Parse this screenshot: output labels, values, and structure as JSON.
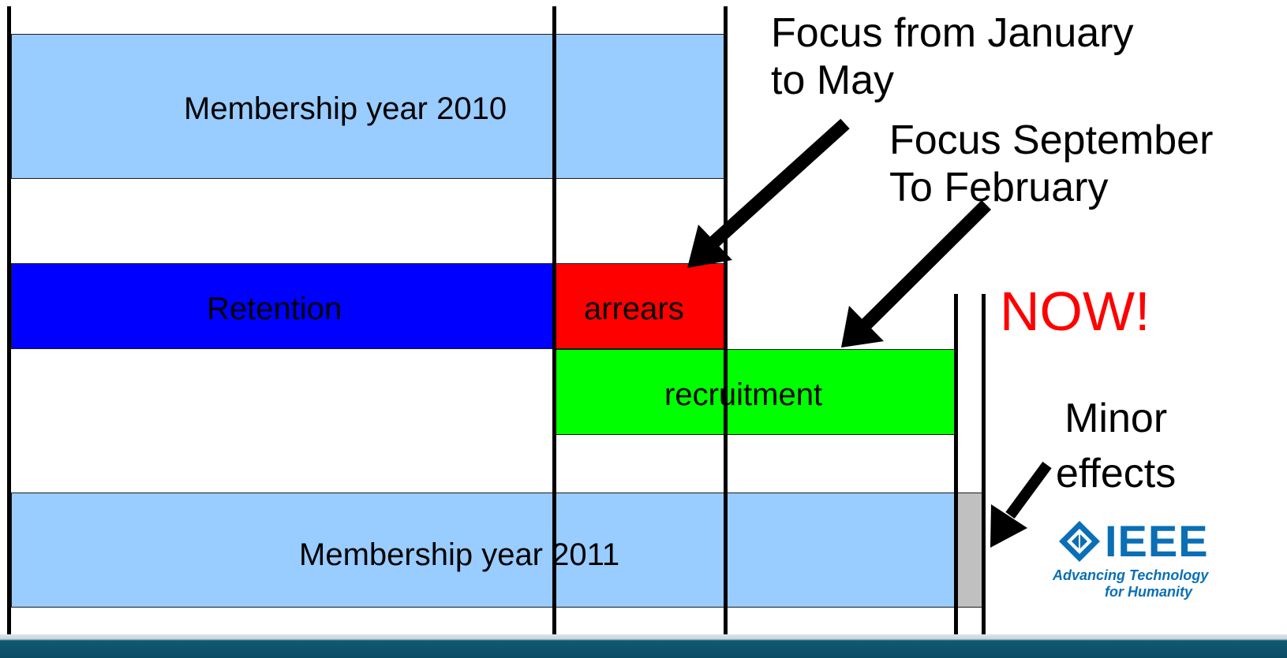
{
  "diagram": {
    "bars": {
      "membership_2010": {
        "label": "Membership year 2010",
        "color": "#99ccff"
      },
      "retention": {
        "label": "Retention",
        "color": "#0000ff"
      },
      "arrears": {
        "label": "arrears",
        "color": "#ff0000"
      },
      "recruitment": {
        "label": "recruitment",
        "color": "#00ff00"
      },
      "membership_2011": {
        "label": "Membership year 2011",
        "color": "#99ccff"
      },
      "minor_block": {
        "color": "#c0c0c0"
      }
    },
    "annotations": {
      "focus_jan_may_line1": "Focus from January",
      "focus_jan_may_line2": "to May",
      "focus_sep_feb_line1": "Focus September",
      "focus_sep_feb_line2": "To February",
      "now": "NOW!",
      "now_color": "#ff0000",
      "minor_line1": "Minor",
      "minor_line2": "effects"
    },
    "logo": {
      "name": "IEEE",
      "tagline_line1": "Advancing Technology",
      "tagline_line2": "for Humanity",
      "color": "#0a6fb5"
    }
  }
}
